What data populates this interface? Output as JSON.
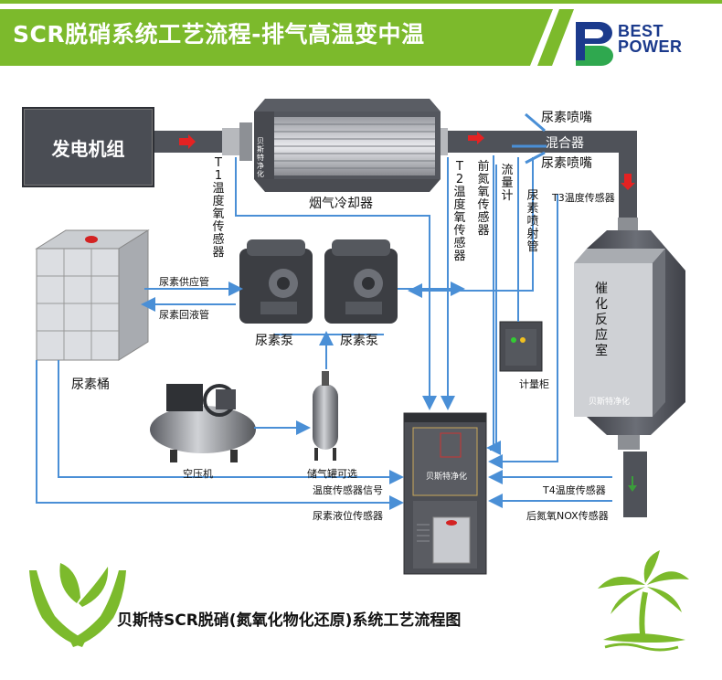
{
  "header": {
    "title": "SCR脱硝系统工艺流程-排气高温变中温",
    "logo_line1": "BEST",
    "logo_line2": "POWER",
    "bg_color": "#7cba2c",
    "logo_color": "#1b3a8c"
  },
  "labels": {
    "generator": "发电机组",
    "cooler": "烟气冷却器",
    "cooler_brand": "贝斯特净化",
    "t1": "T1温度氧传感器",
    "t2": "T2温度氧传感器",
    "front_nox": "前氮氧传感器",
    "flow_meter": "流量计",
    "urea_injector_pipe": "尿素喷射管",
    "urea_nozzle_top": "尿素喷嘴",
    "mixer": "混合器",
    "urea_nozzle_bottom": "尿素喷嘴",
    "t3": "T3温度传感器",
    "reactor": "催化反应室",
    "reactor_brand": "贝斯特净化",
    "urea_supply": "尿素供应管",
    "urea_return": "尿素回液管",
    "pump1": "尿素泵",
    "pump2": "尿素泵",
    "urea_tank": "尿素桶",
    "meter_cabinet": "计量柜",
    "compressor": "空压机",
    "air_tank": "储气罐可选",
    "temp_signal": "温度传感器信号",
    "level_sensor": "尿素液位传感器",
    "control_brand": "贝斯特净化",
    "t4": "T4温度传感器",
    "rear_nox": "后氮氧NOX传感器"
  },
  "footer": {
    "title": "贝斯特SCR脱硝(氮氧化物化还原)系统工艺流程图"
  },
  "colors": {
    "signal_line": "#4a8fd6",
    "arrow_red": "#e52222",
    "green": "#7cba2c"
  }
}
